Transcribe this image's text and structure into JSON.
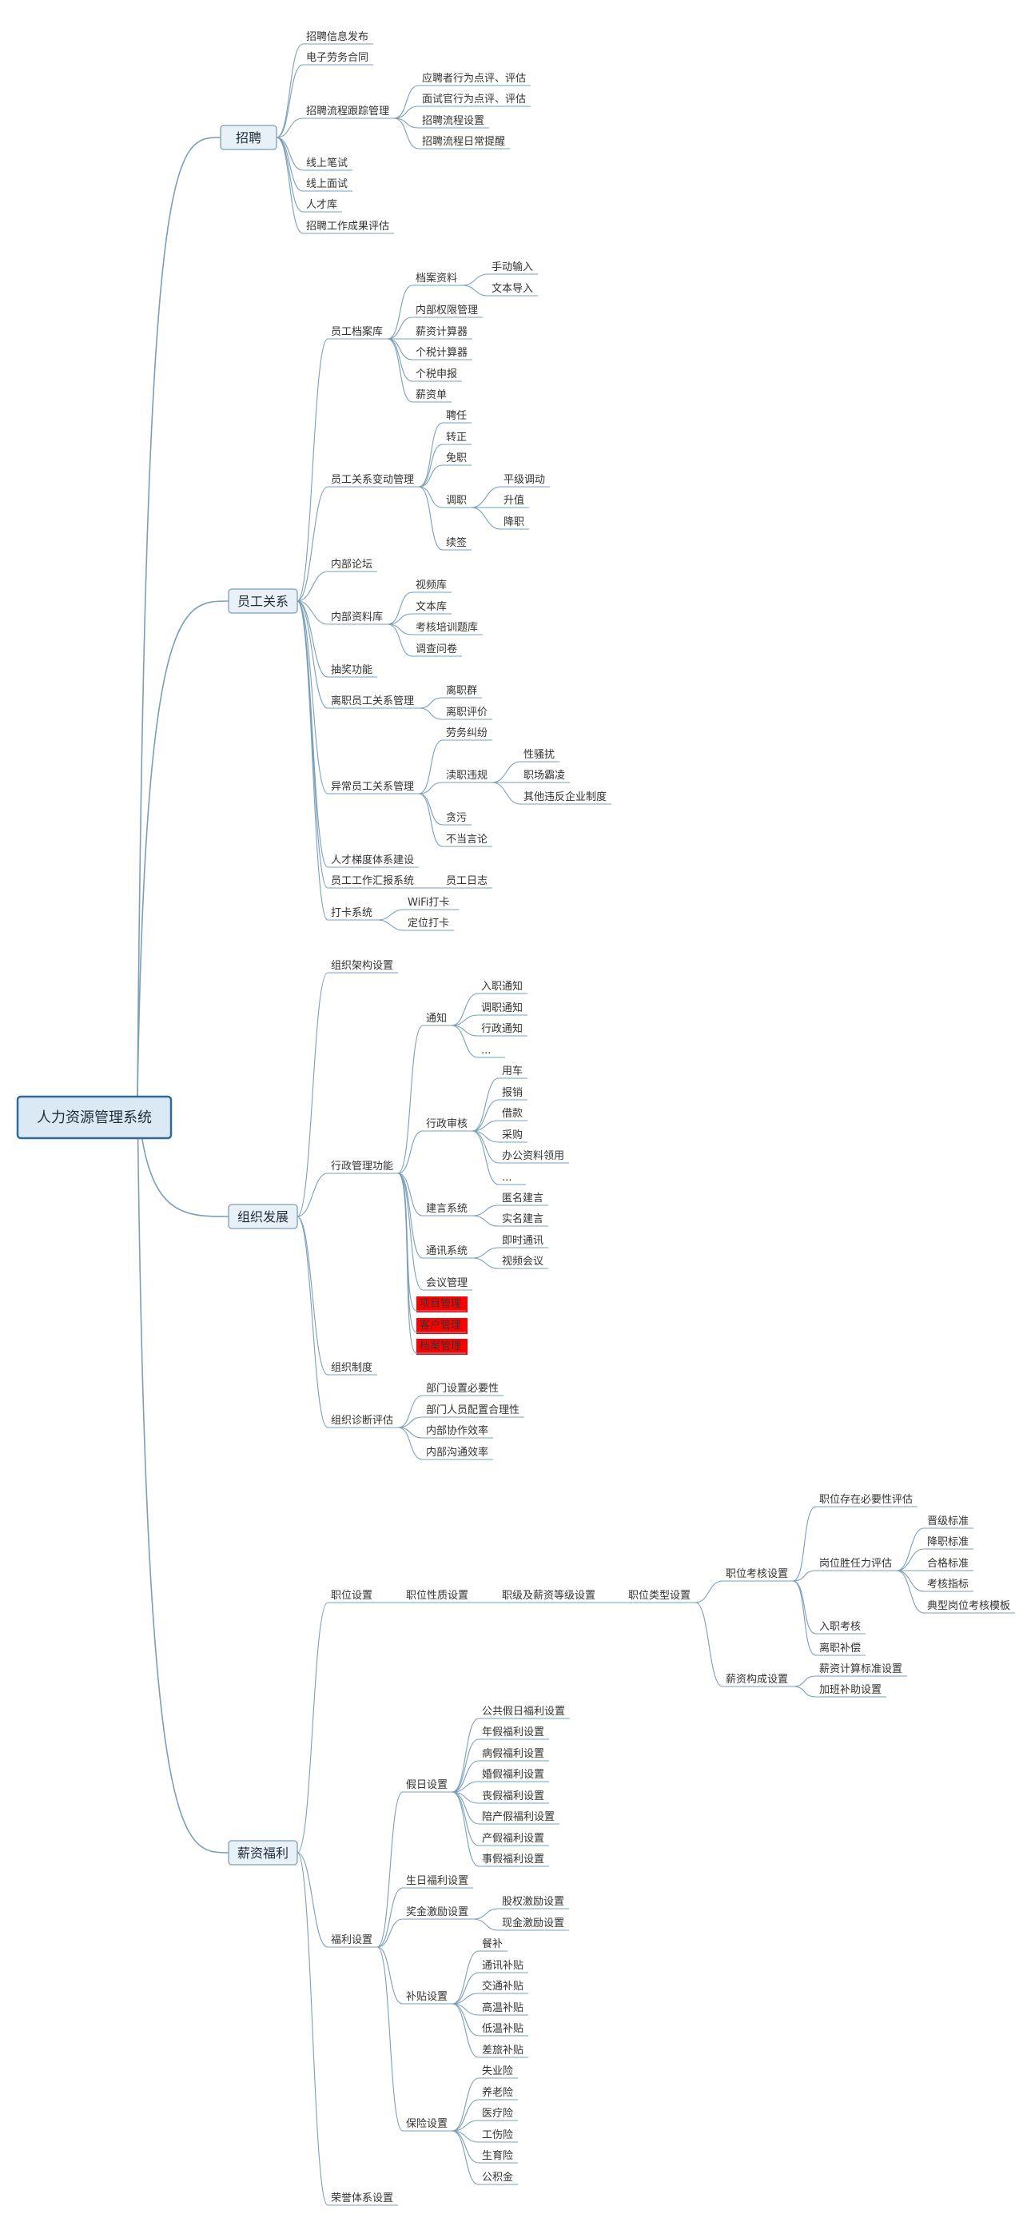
{
  "colors": {
    "line": "#7a9fb8",
    "root_fill": "#dbe9f5",
    "root_border": "#2e6a9a",
    "branch_fill": "#e9f1f8",
    "branch_border": "#7a9fb8",
    "highlight": "#ff0000",
    "text": "#333333"
  },
  "root": {
    "label": "人力资源管理系统",
    "children": [
      {
        "label": "招聘",
        "children": [
          {
            "label": "招聘信息发布"
          },
          {
            "label": "电子劳务合同"
          },
          {
            "label": "招聘流程跟踪管理",
            "children": [
              {
                "label": "应聘者行为点评、评估"
              },
              {
                "label": "面试官行为点评、评估"
              },
              {
                "label": "招聘流程设置"
              },
              {
                "label": "招聘流程日常提醒"
              }
            ]
          },
          {
            "label": "线上笔试"
          },
          {
            "label": "线上面试"
          },
          {
            "label": "人才库"
          },
          {
            "label": "招聘工作成果评估"
          }
        ]
      },
      {
        "label": "员工关系",
        "children": [
          {
            "label": "员工档案库",
            "children": [
              {
                "label": "档案资料",
                "children": [
                  {
                    "label": "手动输入"
                  },
                  {
                    "label": "文本导入"
                  }
                ]
              },
              {
                "label": "内部权限管理"
              },
              {
                "label": "薪资计算器"
              },
              {
                "label": "个税计算器"
              },
              {
                "label": "个税申报"
              },
              {
                "label": "薪资单"
              }
            ]
          },
          {
            "label": "员工关系变动管理",
            "children": [
              {
                "label": "聘任"
              },
              {
                "label": "转正"
              },
              {
                "label": "免职"
              },
              {
                "label": "调职",
                "children": [
                  {
                    "label": "平级调动"
                  },
                  {
                    "label": "升值"
                  },
                  {
                    "label": "降职"
                  }
                ]
              },
              {
                "label": "续签"
              }
            ]
          },
          {
            "label": "内部论坛"
          },
          {
            "label": "内部资料库",
            "children": [
              {
                "label": "视频库"
              },
              {
                "label": "文本库"
              },
              {
                "label": "考核培训题库"
              },
              {
                "label": "调查问卷"
              }
            ]
          },
          {
            "label": "抽奖功能"
          },
          {
            "label": "离职员工关系管理",
            "children": [
              {
                "label": "离职群"
              },
              {
                "label": "离职评价"
              }
            ]
          },
          {
            "label": "异常员工关系管理",
            "children": [
              {
                "label": "劳务纠纷"
              },
              {
                "label": "渎职违规",
                "children": [
                  {
                    "label": "性骚扰"
                  },
                  {
                    "label": "职场霸凌"
                  },
                  {
                    "label": "其他违反企业制度"
                  }
                ]
              },
              {
                "label": "贪污"
              },
              {
                "label": "不当言论"
              }
            ]
          },
          {
            "label": "人才梯度体系建设"
          },
          {
            "label": "员工工作汇报系统",
            "children": [
              {
                "label": "员工日志"
              }
            ]
          },
          {
            "label": "打卡系统",
            "children": [
              {
                "label": "WiFi打卡"
              },
              {
                "label": "定位打卡"
              }
            ]
          }
        ]
      },
      {
        "label": "组织发展",
        "children": [
          {
            "label": "组织架构设置"
          },
          {
            "label": "行政管理功能",
            "children": [
              {
                "label": "通知",
                "children": [
                  {
                    "label": "入职通知"
                  },
                  {
                    "label": "调职通知"
                  },
                  {
                    "label": "行政通知"
                  },
                  {
                    "label": "..."
                  }
                ]
              },
              {
                "label": "行政审核",
                "children": [
                  {
                    "label": "用车"
                  },
                  {
                    "label": "报销"
                  },
                  {
                    "label": "借款"
                  },
                  {
                    "label": "采购"
                  },
                  {
                    "label": "办公资料领用"
                  },
                  {
                    "label": "..."
                  }
                ]
              },
              {
                "label": "建言系统",
                "children": [
                  {
                    "label": "匿名建言"
                  },
                  {
                    "label": "实名建言"
                  }
                ]
              },
              {
                "label": "通讯系统",
                "children": [
                  {
                    "label": "即时通讯"
                  },
                  {
                    "label": "视频会议"
                  }
                ]
              },
              {
                "label": "会议管理"
              },
              {
                "label": "项目管理",
                "highlight": true
              },
              {
                "label": "客户管理",
                "highlight": true
              },
              {
                "label": "档案管理",
                "highlight": true
              }
            ]
          },
          {
            "label": "组织制度"
          },
          {
            "label": "组织诊断评估",
            "children": [
              {
                "label": "部门设置必要性"
              },
              {
                "label": "部门人员配置合理性"
              },
              {
                "label": "内部协作效率"
              },
              {
                "label": "内部沟通效率"
              }
            ]
          }
        ]
      },
      {
        "label": "薪资福利",
        "children": [
          {
            "label": "职位设置",
            "children": [
              {
                "label": "职位性质设置",
                "children": [
                  {
                    "label": "职级及薪资等级设置",
                    "children": [
                      {
                        "label": "职位类型设置",
                        "children": [
                          {
                            "label": "职位考核设置",
                            "children": [
                              {
                                "label": "职位存在必要性评估"
                              },
                              {
                                "label": "岗位胜任力评估",
                                "children": [
                                  {
                                    "label": "晋级标准"
                                  },
                                  {
                                    "label": "降职标准"
                                  },
                                  {
                                    "label": "合格标准"
                                  },
                                  {
                                    "label": "考核指标"
                                  },
                                  {
                                    "label": "典型岗位考核模板"
                                  }
                                ]
                              },
                              {
                                "label": "入职考核"
                              },
                              {
                                "label": "离职补偿"
                              }
                            ]
                          },
                          {
                            "label": "薪资构成设置",
                            "children": [
                              {
                                "label": "薪资计算标准设置"
                              },
                              {
                                "label": "加班补助设置"
                              }
                            ]
                          }
                        ]
                      }
                    ]
                  }
                ]
              }
            ]
          },
          {
            "label": "福利设置",
            "children": [
              {
                "label": "假日设置",
                "children": [
                  {
                    "label": "公共假日福利设置"
                  },
                  {
                    "label": "年假福利设置"
                  },
                  {
                    "label": "病假福利设置"
                  },
                  {
                    "label": "婚假福利设置"
                  },
                  {
                    "label": "丧假福利设置"
                  },
                  {
                    "label": "陪产假福利设置"
                  },
                  {
                    "label": "产假福利设置"
                  },
                  {
                    "label": "事假福利设置"
                  }
                ]
              },
              {
                "label": "生日福利设置"
              },
              {
                "label": "奖金激励设置",
                "children": [
                  {
                    "label": "股权激励设置"
                  },
                  {
                    "label": "现金激励设置"
                  }
                ]
              },
              {
                "label": "补贴设置",
                "children": [
                  {
                    "label": "餐补"
                  },
                  {
                    "label": "通讯补贴"
                  },
                  {
                    "label": "交通补贴"
                  },
                  {
                    "label": "高温补贴"
                  },
                  {
                    "label": "低温补贴"
                  },
                  {
                    "label": "差旅补贴"
                  }
                ]
              },
              {
                "label": "保险设置",
                "children": [
                  {
                    "label": "失业险"
                  },
                  {
                    "label": "养老险"
                  },
                  {
                    "label": "医疗险"
                  },
                  {
                    "label": "工伤险"
                  },
                  {
                    "label": "生育险"
                  },
                  {
                    "label": "公积金"
                  }
                ]
              }
            ]
          },
          {
            "label": "荣誉体系设置"
          }
        ]
      }
    ]
  }
}
